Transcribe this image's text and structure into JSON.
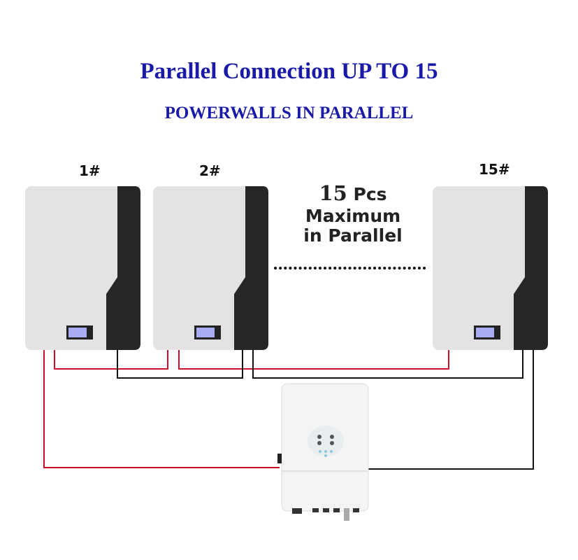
{
  "title": "Parallel Connection UP TO 15",
  "subtitle": "POWERWALLS IN PARALLEL",
  "batteries": [
    {
      "label": "1#"
    },
    {
      "label": "2#"
    },
    {
      "label": "15#"
    }
  ],
  "note": {
    "count": "15",
    "unit": "Pcs",
    "line2": "Maximum",
    "line3": "in Parallel"
  },
  "colors": {
    "title": "#1a1aa8",
    "positive_wire": "#c8102e",
    "negative_wire": "#111111",
    "battery_body": "#e3e3e3",
    "battery_panel": "#262626"
  }
}
